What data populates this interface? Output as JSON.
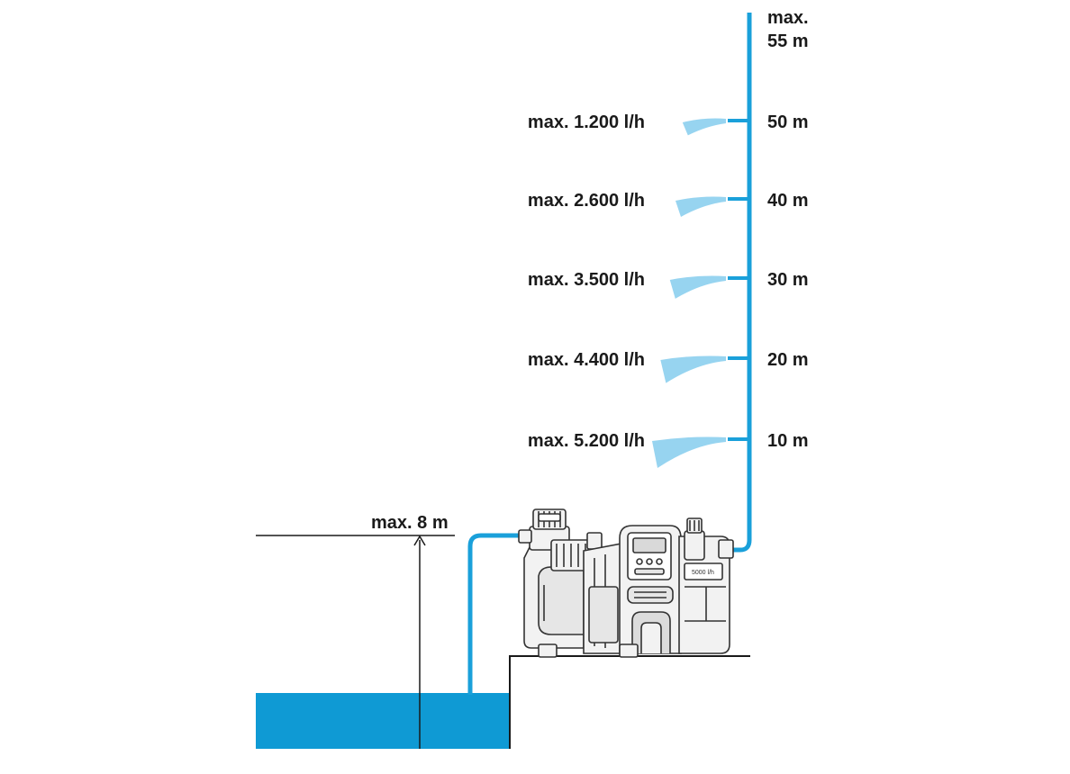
{
  "max_height": {
    "line1": "max.",
    "line2": "55 m"
  },
  "outlets": [
    {
      "height": "50 m",
      "flow": "max. 1.200 l/h"
    },
    {
      "height": "40 m",
      "flow": "max. 2.600 l/h"
    },
    {
      "height": "30 m",
      "flow": "max. 3.500 l/h"
    },
    {
      "height": "20 m",
      "flow": "max. 4.400 l/h"
    },
    {
      "height": "10 m",
      "flow": "max. 5.200 l/h"
    }
  ],
  "suction_height": "max. 8 m",
  "pump_display_text": "5000 l/h",
  "colors": {
    "water": "#0f9ad4",
    "pipe": "#1aa0da",
    "spray": "#8ccfee",
    "line": "#1a1a1a",
    "pump_body": "#f2f2f2",
    "pump_outline": "#333333"
  }
}
